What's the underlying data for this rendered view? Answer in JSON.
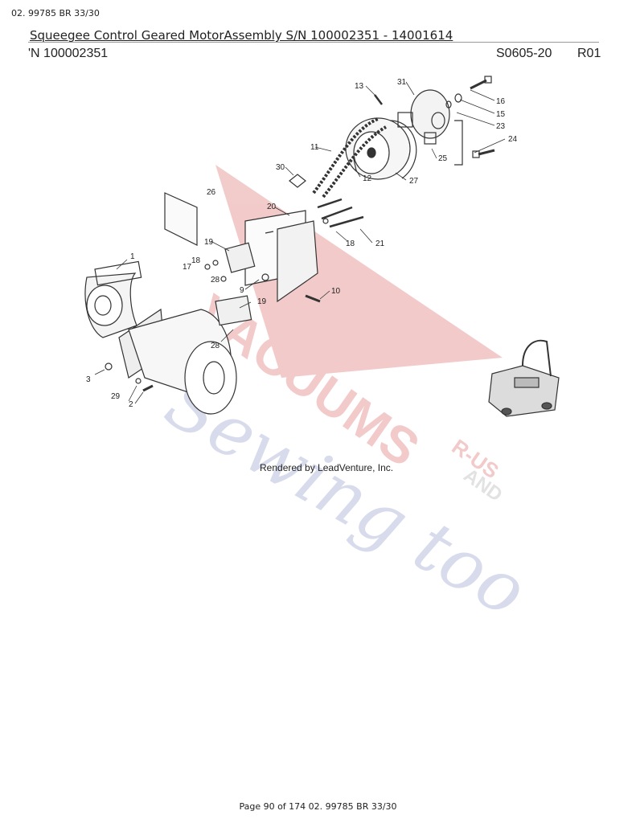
{
  "page": {
    "top_ref": "02. 99785 BR 33/30",
    "title": "Squeegee Control Geared MotorAssembly S/N 100002351 - 14001614",
    "serial_left": "'N 100002351",
    "code": "S0605-20",
    "revision": "R01",
    "credit": "Rendered by LeadVenture, Inc.",
    "footer": "Page 90 of 174 02. 99785 BR 33/30"
  },
  "watermark": {
    "line1": "VACUUMS",
    "line2": "Sewing too",
    "r_us": "R-US",
    "and": "AND",
    "color_red": "#e8a0a0",
    "color_blue": "#b8bedc"
  },
  "callouts": {
    "c1": "1",
    "c2": "2",
    "c3": "3",
    "c9": "9",
    "c10": "10",
    "c11": "11",
    "c12": "12",
    "c13": "13",
    "c15": "15",
    "c16": "16",
    "c17": "17",
    "c18a": "18",
    "c18b": "18",
    "c19a": "19",
    "c19b": "19",
    "c20": "20",
    "c21": "21",
    "c23": "23",
    "c24": "24",
    "c25": "25",
    "c26": "26",
    "c27": "27",
    "c28a": "28",
    "c28b": "28",
    "c29": "29",
    "c30": "30",
    "c31": "31"
  }
}
